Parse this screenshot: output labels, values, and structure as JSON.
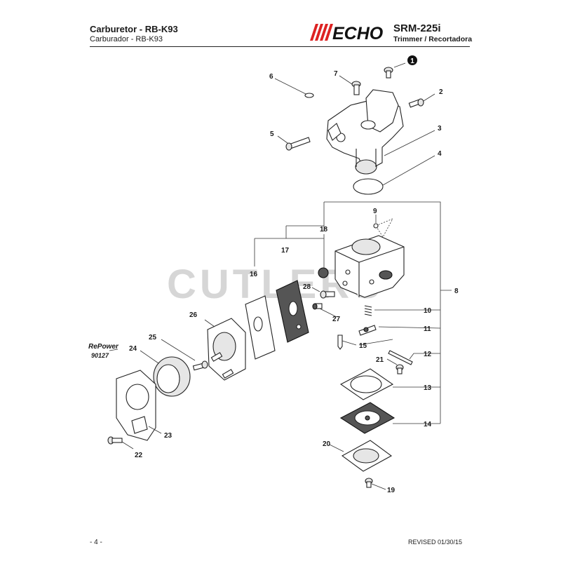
{
  "header": {
    "title": "Carburetor - RB-K93",
    "subtitle": "Carburador - RB-K93",
    "brand": "ECHO",
    "model": "SRM-225i",
    "model_sub": "Trimmer / Recortadora"
  },
  "footer": {
    "page": "- 4 -",
    "revised": "REVISED 01/30/15"
  },
  "watermark": "CUTLERS",
  "repower": {
    "label": "RePower",
    "code": "90127"
  },
  "callouts": {
    "c1": "1",
    "c2": "2",
    "c3": "3",
    "c4": "4",
    "c5": "5",
    "c6": "6",
    "c7": "7",
    "c8": "8",
    "c9": "9",
    "c10": "10",
    "c11": "11",
    "c12": "12",
    "c13": "13",
    "c14": "14",
    "c15": "15",
    "c16": "16",
    "c17": "17",
    "c18": "18",
    "c19": "19",
    "c20": "20",
    "c21": "21",
    "c22": "22",
    "c23": "23",
    "c24": "24",
    "c25": "25",
    "c26": "26",
    "c27": "27",
    "c28": "28"
  }
}
